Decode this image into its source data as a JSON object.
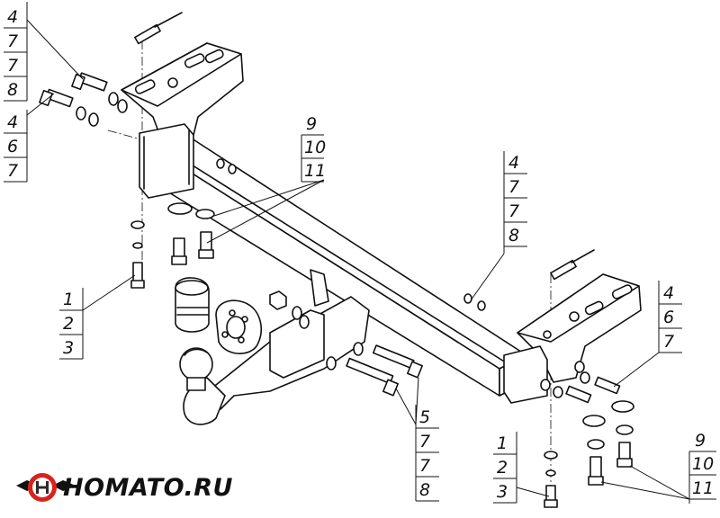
{
  "brand": {
    "text": "HOMATO.RU",
    "logo_colors": {
      "ring": "#d9221c",
      "letter": "#2b2b2b",
      "dark": "#111111"
    }
  },
  "callouts": {
    "top_left_upper": [
      "4",
      "7",
      "7",
      "8"
    ],
    "top_left_lower": [
      "4",
      "6",
      "7"
    ],
    "center_upper": [
      "9",
      "10",
      "11"
    ],
    "bottom_left": [
      "1",
      "2",
      "3"
    ],
    "center_right": [
      "4",
      "7",
      "7",
      "8"
    ],
    "right": [
      "4",
      "6",
      "7"
    ],
    "bottom_center": [
      "5",
      "7",
      "7",
      "8"
    ],
    "bottom_right_left": [
      "1",
      "2",
      "3"
    ],
    "bottom_right": [
      "9",
      "10",
      "11"
    ]
  }
}
